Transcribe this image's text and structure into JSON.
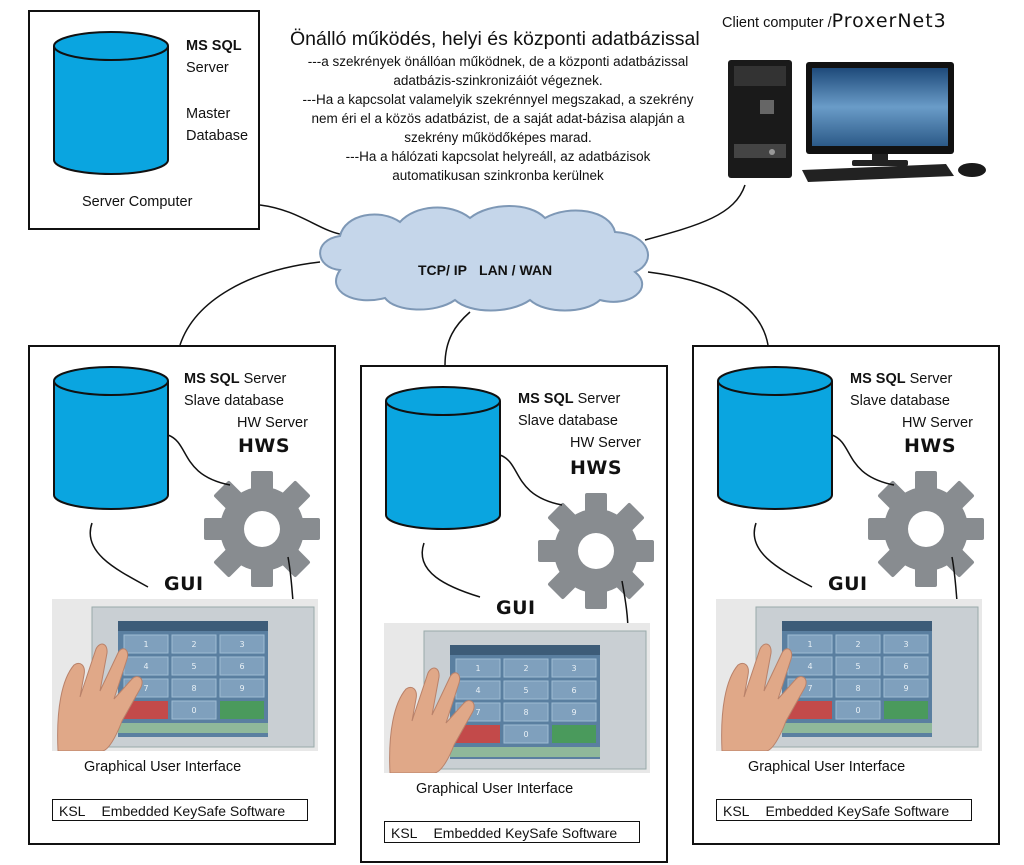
{
  "header": {
    "title": "Önálló működés, helyi és központi adatbázissal",
    "lines": [
      "---a szekrények önállóan működnek, de a központi adatbázissal",
      "adatbázis-szinkronizáiót végeznek.",
      "---Ha a kapcsolat valamelyik szekrénnyel megszakad, a szekrény",
      "nem éri  el a közös adatbázist, de a saját adat-bázisa alapján a",
      "szekrény működőképes marad.",
      "---Ha a hálózati kapcsolat helyreáll, az adatbázisok",
      "automatikusan szinkronba kerülnek"
    ]
  },
  "server": {
    "ms_sql": "MS SQL",
    "server_word": "Server",
    "master": "Master",
    "database": "Database",
    "caption": "Server Computer"
  },
  "client": {
    "caption": "Client computer /",
    "brand": "ProxerNet3"
  },
  "network": {
    "protocol": "TCP/ IP",
    "scope": "LAN / WAN"
  },
  "units": [
    {
      "ms_sql": "MS SQL",
      "server_word": "Server",
      "slave_db": "Slave database",
      "hw_server": "HW Server",
      "hws": "HWS",
      "gui": "GUI",
      "gui_caption": "Graphical User Interface",
      "ksl": "KSL",
      "ksl_text": "Embedded KeySafe Software"
    },
    {
      "ms_sql": "MS SQL",
      "server_word": "Server",
      "slave_db": "Slave database",
      "hw_server": "HW Server",
      "hws": "HWS",
      "gui": "GUI",
      "gui_caption": "Graphical User Interface",
      "ksl": "KSL",
      "ksl_text": "Embedded KeySafe Software"
    },
    {
      "ms_sql": "MS SQL",
      "server_word": "Server",
      "slave_db": "Slave database",
      "hw_server": "HW Server",
      "hws": "HWS",
      "gui": "GUI",
      "gui_caption": "Graphical User Interface",
      "ksl": "KSL",
      "ksl_text": "Embedded KeySafe Software"
    }
  ],
  "keypad": [
    "1",
    "2",
    "3",
    "4",
    "5",
    "6",
    "7",
    "8",
    "9",
    "0"
  ],
  "colors": {
    "db_fill": "#0aa5e0",
    "gear": "#888c90",
    "cloud": "#c5d6ea",
    "cloud_stroke": "#7e98b6",
    "screen": "#5a7fa0"
  },
  "icons": {
    "database": "database-cylinder-icon",
    "gear": "gear-icon",
    "cloud": "network-cloud-icon",
    "pc": "desktop-computer-icon",
    "touch": "touchscreen-hand-icon"
  }
}
